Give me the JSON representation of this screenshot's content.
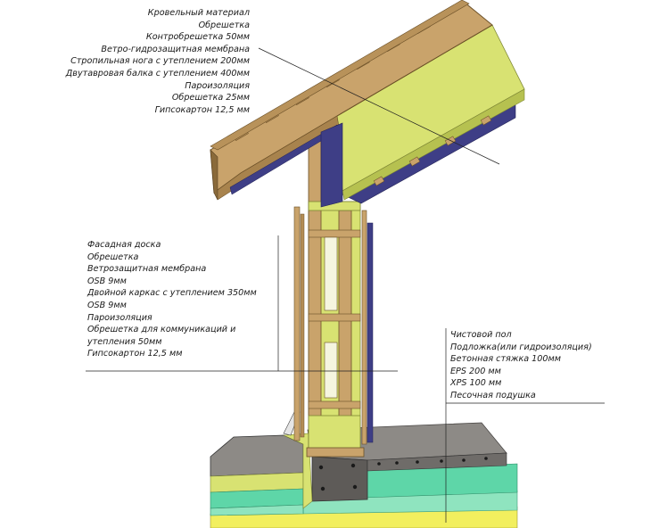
{
  "colors": {
    "wood": "#c9a36b",
    "wood_dark": "#8a6a3a",
    "insulation": "#d8e272",
    "insulation_dark": "#b6c150",
    "membrane": "#3e3e86",
    "concrete": "#8d8a86",
    "concrete_dark": "#5e5b58",
    "eps": "#5ed6a8",
    "xps": "#8fe4bf",
    "sand": "#f2ef5e",
    "leader": "#222222"
  },
  "roof_layers": [
    "Кровельный материал",
    "Обрешетка",
    "Контробрешетка 50мм",
    "Ветро-гидрозащитная мембрана",
    "Стропильная нога с утеплением 200мм",
    "Двутавровая балка с утеплением 400мм",
    "Пароизоляция",
    "Обрешетка 25мм",
    "Гипсокартон 12,5 мм"
  ],
  "wall_layers": [
    "Фасадная доска",
    "Обрешетка",
    "Ветрозащитная мембрана",
    "OSB 9мм",
    "Двойной каркас с утеплением 350мм",
    "OSB 9мм",
    "Пароизоляция",
    "Обрешетка для коммуникаций и",
    "утепления 50мм",
    "Гипсокартон 12,5 мм"
  ],
  "floor_layers": [
    "Чистовой пол",
    "Подложка(или гидроизоляция)",
    "Бетонная стяжка 100мм",
    "EPS 200 мм",
    "XPS 100 мм",
    "Песочная подушка"
  ]
}
